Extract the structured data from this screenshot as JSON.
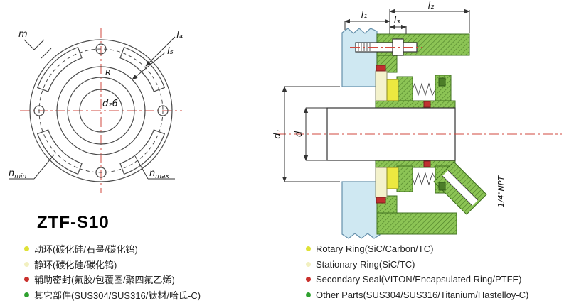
{
  "title": "ZTF-S10",
  "legend_cn": [
    {
      "label": "动环(碳化硅/石墨/碳化钨)",
      "color": "#dfe237"
    },
    {
      "label": "静环(碳化硅/碳化钨)",
      "color": "#f2f0c0"
    },
    {
      "label": "辅助密封(氟胶/包覆圈/聚四氟乙烯)",
      "color": "#c9302c"
    },
    {
      "label": "其它部件(SUS304/SUS316/钛材/哈氏-C)",
      "color": "#2fa12f"
    }
  ],
  "legend_en": [
    {
      "label": "Rotary Ring(SiC/Carbon/TC)",
      "color": "#dfe237"
    },
    {
      "label": "Stationary Ring(SiC/TC)",
      "color": "#f2f0c0"
    },
    {
      "label": "Secondary Seal(VITON/Encapsulated Ring/PTFE)",
      "color": "#c9302c"
    },
    {
      "label": "Other Parts(SUS304/SUS316/Titanium/Hastelloy-C)",
      "color": "#2fa12f"
    }
  ],
  "front_view": {
    "m": "m",
    "l4": "l₄",
    "l5": "l₅",
    "r": "R",
    "d2": "d₂6",
    "n_base": "n",
    "n_min_sub": "min",
    "n_max_sub": "max"
  },
  "section_view": {
    "l1": "l₁",
    "l2": "l₂",
    "l3": "l₃",
    "d1": "d₁",
    "d": "d",
    "npt": "1/4\"NPT"
  }
}
